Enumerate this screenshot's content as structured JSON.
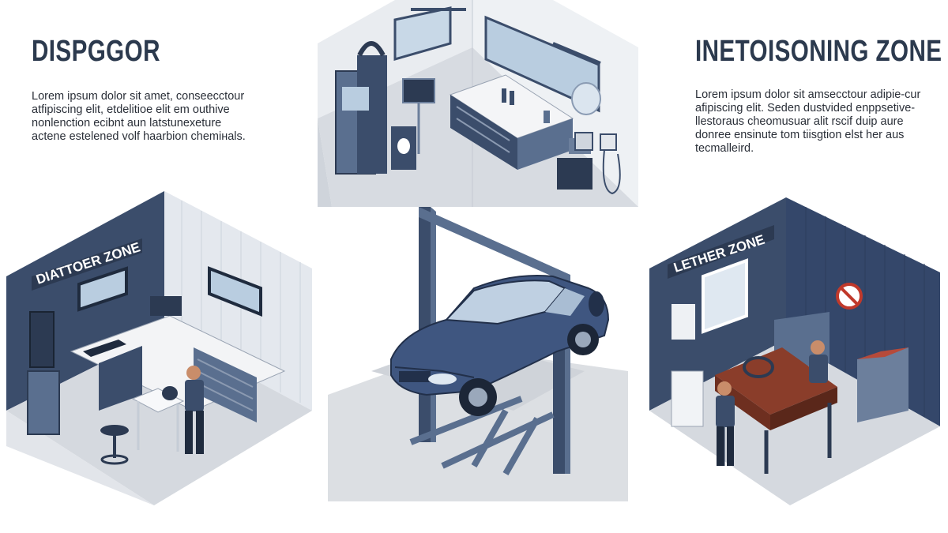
{
  "left_panel": {
    "heading": "DISPGGOR",
    "paragraph_lines": [
      "Lorem ipsum dolor sit amet, conseecctour",
      "atfipiscing elit, etdelitioe elit em outhive",
      "nonlenction ecibnt aun latstunexeture",
      "actene estelened volf haarbion chemінals."
    ]
  },
  "right_panel": {
    "heading": "INETOISONING ZONE",
    "paragraph_lines": [
      "Lorem ipsum dolor sit amsecctour adipie-cur",
      "afipiscing elit. Seden dustvided enppsetive-",
      "llestoraus cheomusuar alit rscif duip aure",
      "donree ensinute tom tiisgtion elst her aus",
      "tecmalleird."
    ]
  },
  "scenes": {
    "left_room_sign": "DIATTOER ZONE",
    "right_room_sign": "LETHER ZONE"
  },
  "colors": {
    "navy": "#3b4d6b",
    "dark_navy": "#2c3a52",
    "slate": "#5a6f8f",
    "light_floor": "#d9dce1",
    "wall_tile": "#e4e8ee",
    "steel": "#6c7f9c",
    "wood": "#8a3d2a",
    "glass": "#b9cde0"
  }
}
